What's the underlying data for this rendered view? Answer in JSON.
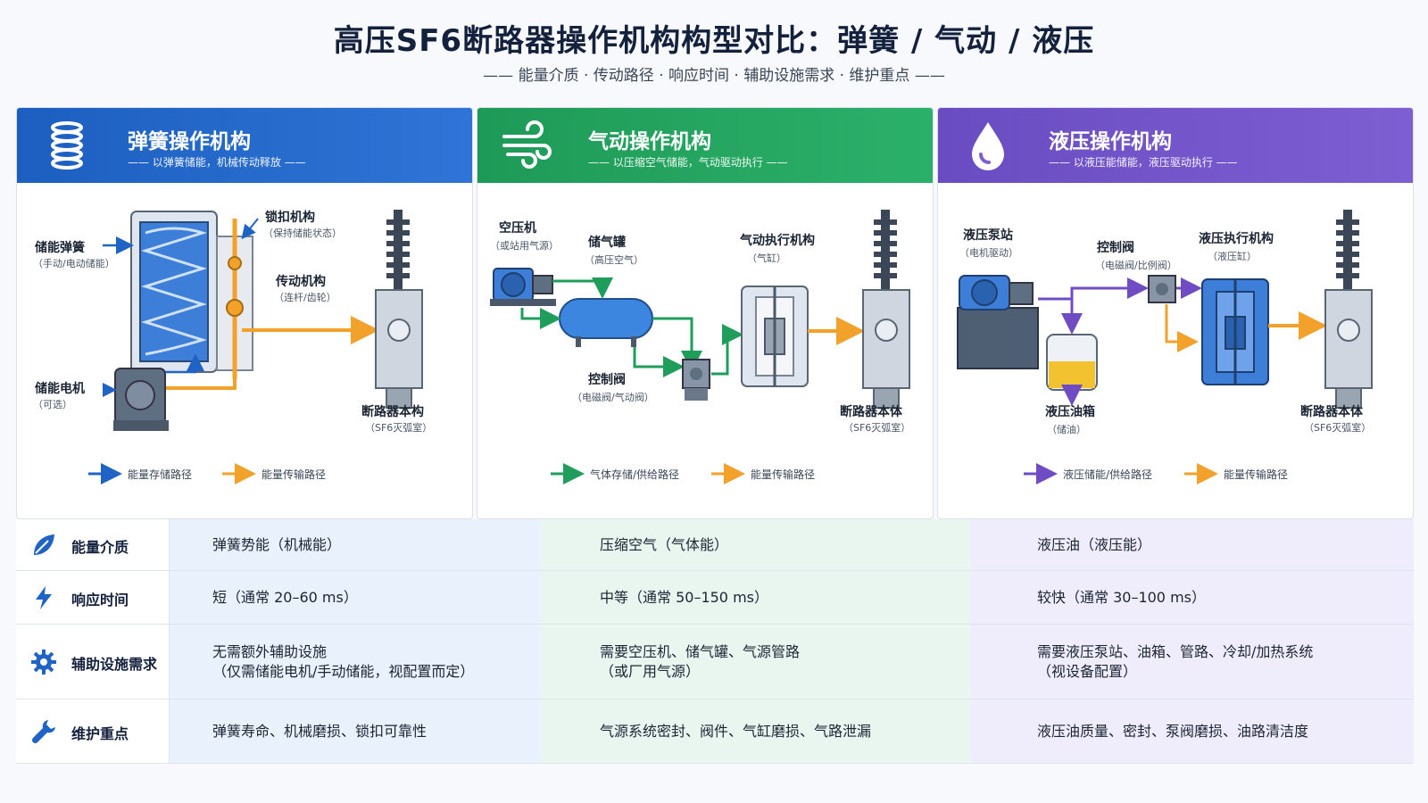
{
  "header": {
    "title": "高压SF6断路器操作机构构型对比：弹簧 / 气动 / 液压",
    "subtitle": "—— 能量介质 · 传动路径 · 响应时间 · 辅助设施需求 · 维护重点 ——"
  },
  "colors": {
    "spring": "#1f64c4",
    "pneumatic": "#1f9d5a",
    "hydraulic": "#6f4cc4",
    "transmission": "#f2a12a"
  },
  "cards": {
    "spring": {
      "icon": "coil-spring-icon",
      "title": "弹簧操作机构",
      "subtitle": "—— 以弹簧储能，机械传动释放 ——",
      "labels": {
        "storage_spring": "储能弹簧",
        "storage_spring_sub": "（手动/电动储能）",
        "latch": "锁扣机构",
        "latch_sub": "（保持储能状态）",
        "transmission": "传动机构",
        "transmission_sub": "（连杆/齿轮）",
        "motor": "储能电机",
        "motor_sub": "（可选）",
        "breaker": "断路器本构",
        "breaker_sub": "（SF6灭弧室）"
      },
      "legend": [
        "能量存储路径",
        "能量传输路径"
      ]
    },
    "pneumatic": {
      "icon": "wind-icon",
      "title": "气动操作机构",
      "subtitle": "—— 以压缩空气储能，气动驱动执行 ——",
      "labels": {
        "compressor": "空压机",
        "compressor_sub": "（或站用气源）",
        "tank": "储气罐",
        "tank_sub": "（高压空气）",
        "actuator": "气动执行机构",
        "actuator_sub": "（气缸）",
        "valve": "控制阀",
        "valve_sub": "（电磁阀/气动阀）",
        "breaker": "断路器本体",
        "breaker_sub": "（SF6灭弧室）"
      },
      "legend": [
        "气体存储/供给路径",
        "能量传输路径"
      ]
    },
    "hydraulic": {
      "icon": "oil-drop-icon",
      "title": "液压操作机构",
      "subtitle": "—— 以液压能储能，液压驱动执行 ——",
      "labels": {
        "pump": "液压泵站",
        "pump_sub": "（电机驱动）",
        "valve": "控制阀",
        "valve_sub": "（电磁阀/比例阀）",
        "actuator": "液压执行机构",
        "actuator_sub": "（液压缸）",
        "tank": "液压油箱",
        "tank_sub": "（储油）",
        "breaker": "断路器本体",
        "breaker_sub": "（SF6灭弧室）"
      },
      "legend": [
        "液压储能/供给路径",
        "能量传输路径"
      ]
    }
  },
  "table": {
    "rows": [
      {
        "icon": "leaf-icon",
        "label": "能量介质",
        "spring": [
          "弹簧势能（机械能）"
        ],
        "pneumatic": [
          "压缩空气（气体能）"
        ],
        "hydraulic": [
          "液压油（液压能）"
        ]
      },
      {
        "icon": "lightning-icon",
        "label": "响应时间",
        "spring": [
          "短（通常 20–60 ms）"
        ],
        "pneumatic": [
          "中等（通常 50–150 ms）"
        ],
        "hydraulic": [
          "较快（通常 30–100 ms）"
        ]
      },
      {
        "icon": "gear-icon",
        "label": "辅助设施需求",
        "spring": [
          "无需额外辅助设施",
          "（仅需储能电机/手动储能，视配置而定）"
        ],
        "pneumatic": [
          "需要空压机、储气罐、气源管路",
          "（或厂用气源）"
        ],
        "hydraulic": [
          "需要液压泵站、油箱、管路、冷却/加热系统",
          "（视设备配置）"
        ]
      },
      {
        "icon": "wrench-icon",
        "label": "维护重点",
        "spring": [
          "弹簧寿命、机械磨损、锁扣可靠性"
        ],
        "pneumatic": [
          "气源系统密封、阀件、气缸磨损、气路泄漏"
        ],
        "hydraulic": [
          "液压油质量、密封、泵阀磨损、油路清洁度"
        ]
      }
    ]
  }
}
